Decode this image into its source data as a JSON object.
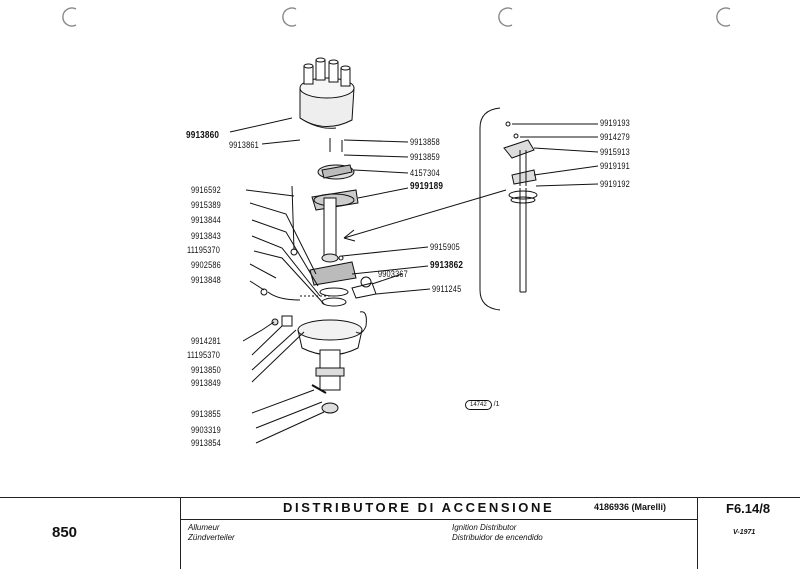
{
  "parts_left": [
    {
      "id": "p9913860",
      "number": "9913860",
      "bold": true
    },
    {
      "id": "p9913861",
      "number": "9913861"
    },
    {
      "id": "p9916592",
      "number": "9916592"
    },
    {
      "id": "p9915389",
      "number": "9915389"
    },
    {
      "id": "p9913844",
      "number": "9913844"
    },
    {
      "id": "p9913843",
      "number": "9913843"
    },
    {
      "id": "p11195370a",
      "number": "11195370"
    },
    {
      "id": "p9902586",
      "number": "9902586"
    },
    {
      "id": "p9913848",
      "number": "9913848"
    },
    {
      "id": "p9914281",
      "number": "9914281"
    },
    {
      "id": "p11195370b",
      "number": "11195370"
    },
    {
      "id": "p9913850",
      "number": "9913850"
    },
    {
      "id": "p9913849",
      "number": "9913849"
    },
    {
      "id": "p9913855",
      "number": "9913855"
    },
    {
      "id": "p9903319",
      "number": "9903319"
    },
    {
      "id": "p9913854",
      "number": "9913854"
    }
  ],
  "parts_right": [
    {
      "id": "p9913858",
      "number": "9913858"
    },
    {
      "id": "p9913859",
      "number": "9913859"
    },
    {
      "id": "p4157304",
      "number": "4157304"
    },
    {
      "id": "p9919189",
      "number": "9919189",
      "bold": true
    },
    {
      "id": "p9915905",
      "number": "9915905"
    },
    {
      "id": "p9913862",
      "number": "9913862",
      "bold": true
    },
    {
      "id": "p9903367",
      "number": "9903367"
    },
    {
      "id": "p9911245",
      "number": "9911245"
    }
  ],
  "parts_inset": [
    {
      "id": "p9919193",
      "number": "9919193"
    },
    {
      "id": "p9914279",
      "number": "9914279"
    },
    {
      "id": "p9915913",
      "number": "9915913"
    },
    {
      "id": "p9919191",
      "number": "9919191"
    },
    {
      "id": "p9919192",
      "number": "9919192"
    }
  ],
  "drawing_ref": {
    "code": "14742",
    "suffix": "/1"
  },
  "footer": {
    "model": "850",
    "title": "DISTRIBUTORE DI ACCENSIONE",
    "code": "4186936 (Marelli)",
    "fr": "Allumeur",
    "de": "Zündverteiler",
    "en": "Ignition Distributor",
    "es": "Distribuidor de encendido",
    "sheet_ref": "F6.14/8",
    "date": "V-1971"
  },
  "colors": {
    "ink": "#111111",
    "paper": "#ffffff"
  }
}
